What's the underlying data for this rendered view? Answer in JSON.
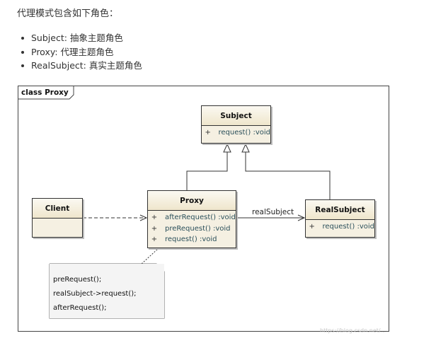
{
  "intro": "代理模式包含如下角色：",
  "roles": [
    "Subject: 抽象主题角色",
    "Proxy: 代理主题角色",
    "RealSubject: 真实主题角色"
  ],
  "diagram": {
    "frame_label": "class Proxy",
    "subject": {
      "name": "Subject",
      "ops": [
        {
          "vis": "+",
          "sig": "request()  :void"
        }
      ]
    },
    "proxy": {
      "name": "Proxy",
      "ops": [
        {
          "vis": "+",
          "sig": "afterRequest()  :void"
        },
        {
          "vis": "+",
          "sig": "preRequest()  :void"
        },
        {
          "vis": "+",
          "sig": "request()  :void"
        }
      ]
    },
    "realsubject": {
      "name": "RealSubject",
      "ops": [
        {
          "vis": "+",
          "sig": "request()  :void"
        }
      ]
    },
    "client": {
      "name": "Client"
    },
    "association_label": "realSubject",
    "note_lines": [
      "preRequest();",
      "realSubject->request();",
      "afterRequest();"
    ]
  },
  "watermark": "https://blog.csdn.net/..."
}
